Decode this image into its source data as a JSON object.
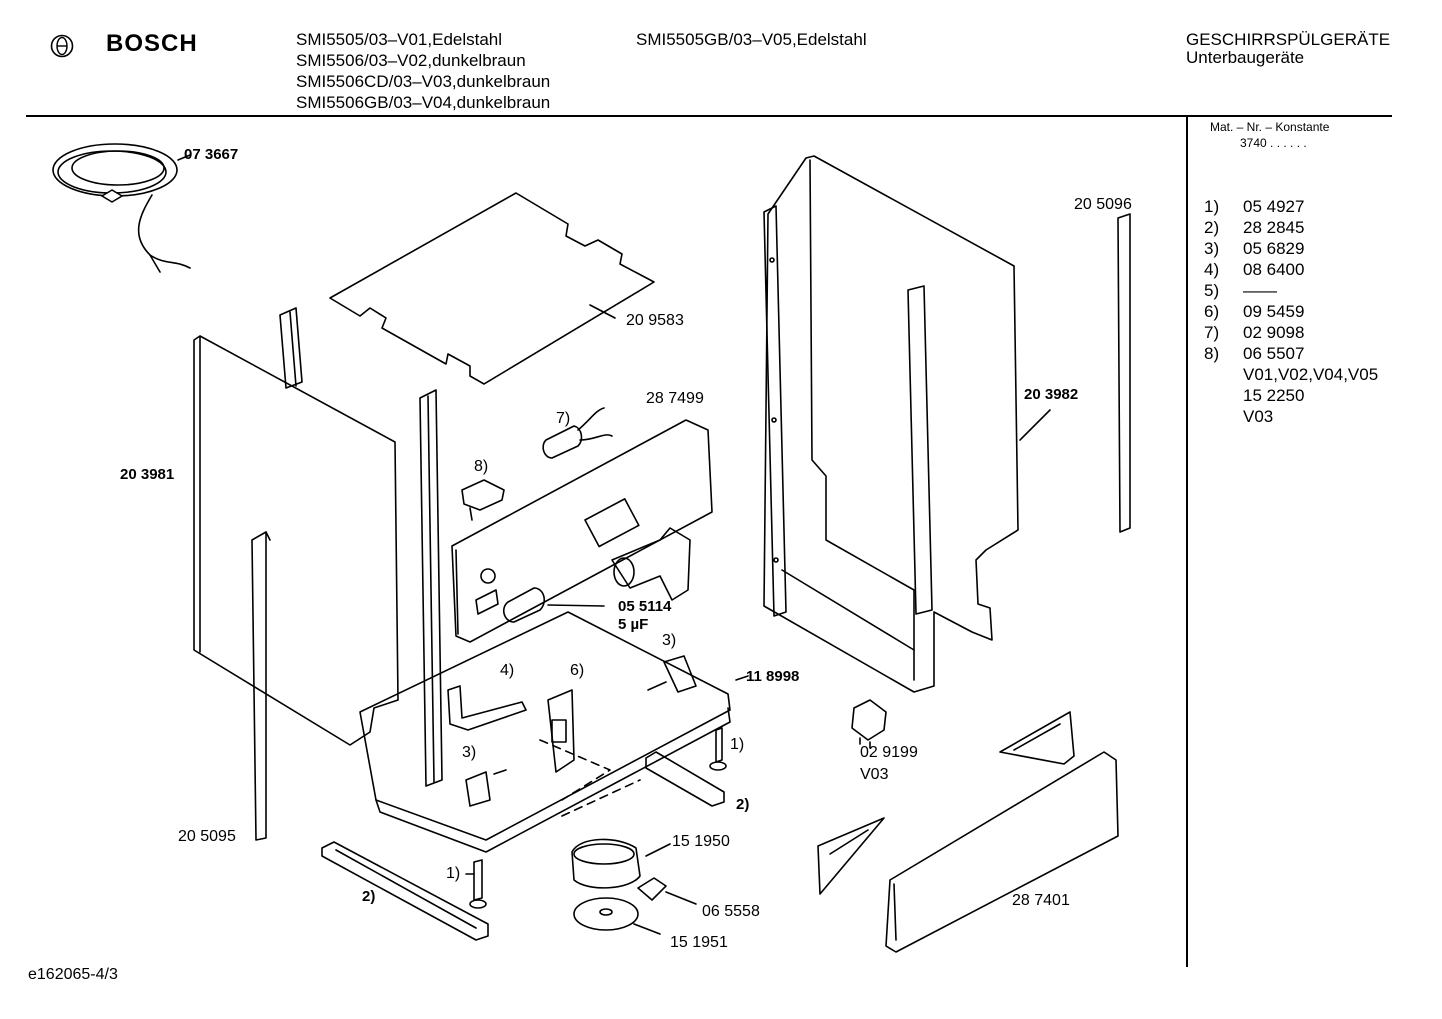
{
  "header": {
    "brand": "BOSCH",
    "models_left": [
      "SMI5505/03–V01,Edelstahl",
      "SMI5506/03–V02,dunkelbraun",
      "SMI5506CD/03–V03,dunkelbraun",
      "SMI5506GB/03–V04,dunkelbraun"
    ],
    "models_mid": [
      "SMI5505GB/03–V05,Edelstahl"
    ],
    "category": "GESCHIRRSPÜLGERÄTE",
    "subcategory": "Unterbaugeräte"
  },
  "sidebar": {
    "mat_title": "Mat. – Nr. – Konstante",
    "mat_value": "3740 . . . . . .",
    "parts": [
      {
        "n": "1)",
        "v": "05 4927"
      },
      {
        "n": "2)",
        "v": "28 2845"
      },
      {
        "n": "3)",
        "v": "05 6829"
      },
      {
        "n": "4)",
        "v": "08 6400"
      },
      {
        "n": "5)",
        "v": "——"
      },
      {
        "n": "6)",
        "v": "09 5459"
      },
      {
        "n": "7)",
        "v": "02 9098"
      },
      {
        "n": "8)",
        "v": "06 5507"
      },
      {
        "n": "",
        "v": "V01,V02,V04,V05"
      },
      {
        "n": "",
        "v": "15 2250"
      },
      {
        "n": "",
        "v": "V03"
      }
    ]
  },
  "labels": {
    "cable": "07 3667",
    "top_panel": "20 9583",
    "side_left": "20 3981",
    "strip_left": "20 5095",
    "control_panel": "28 7499",
    "capacitor": "05 5114",
    "capacitor_value": "5 µF",
    "base": "11 8998",
    "door_frame": "20 3982",
    "strip_right": "20 5096",
    "relay": "02 9199",
    "relay_variant": "V03",
    "motor": "15 1950",
    "motor_part": "06 5558",
    "disc": "15 1951",
    "kick_plate": "28 7401",
    "n7": "7)",
    "n8": "8)",
    "n4": "4)",
    "n6": "6)",
    "n3a": "3)",
    "n3b": "3)",
    "n1a": "1)",
    "n1b": "1)",
    "n2a": "2)",
    "n2b": "2)"
  },
  "footer": {
    "code": "e162065-4/3"
  }
}
